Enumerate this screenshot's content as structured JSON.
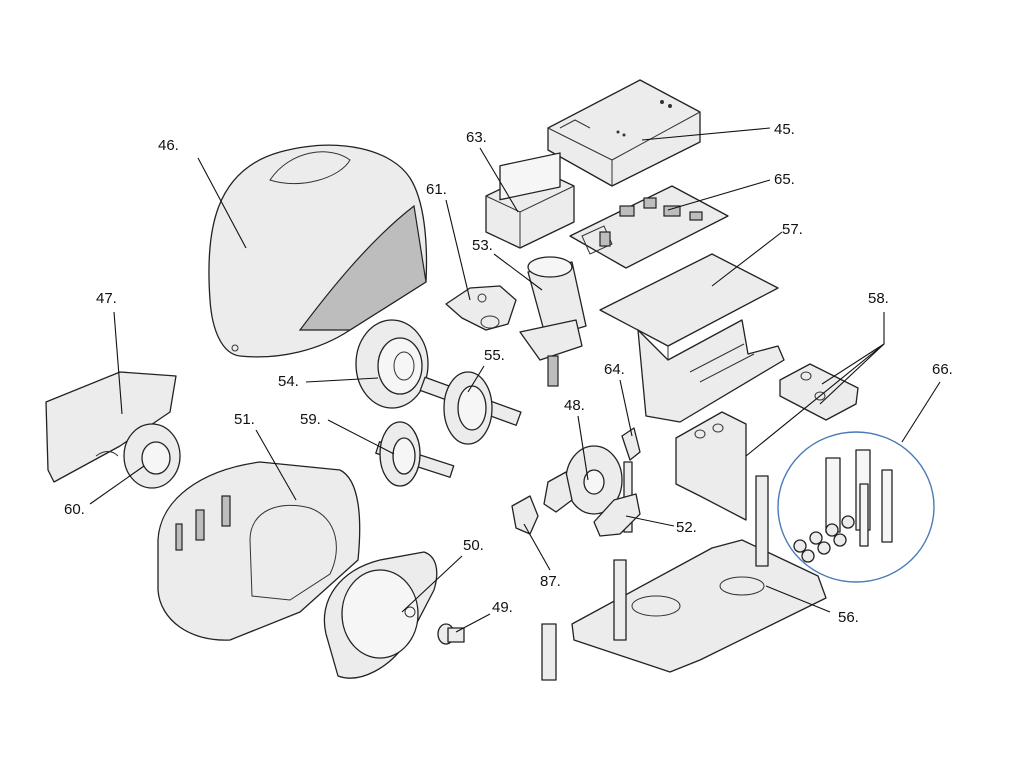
{
  "labels": {
    "p45": "45.",
    "p46": "46.",
    "p47": "47.",
    "p48": "48.",
    "p49": "49.",
    "p50": "50.",
    "p51": "51.",
    "p52": "52.",
    "p53": "53.",
    "p54": "54.",
    "p55": "55.",
    "p56": "56.",
    "p57": "57.",
    "p58": "58.",
    "p59": "59.",
    "p60": "60.",
    "p61": "61.",
    "p63": "63.",
    "p64": "64.",
    "p65": "65.",
    "p66": "66.",
    "p87": "87."
  },
  "colors": {
    "callout_circle": "#4a7ab8",
    "line": "#222222"
  }
}
